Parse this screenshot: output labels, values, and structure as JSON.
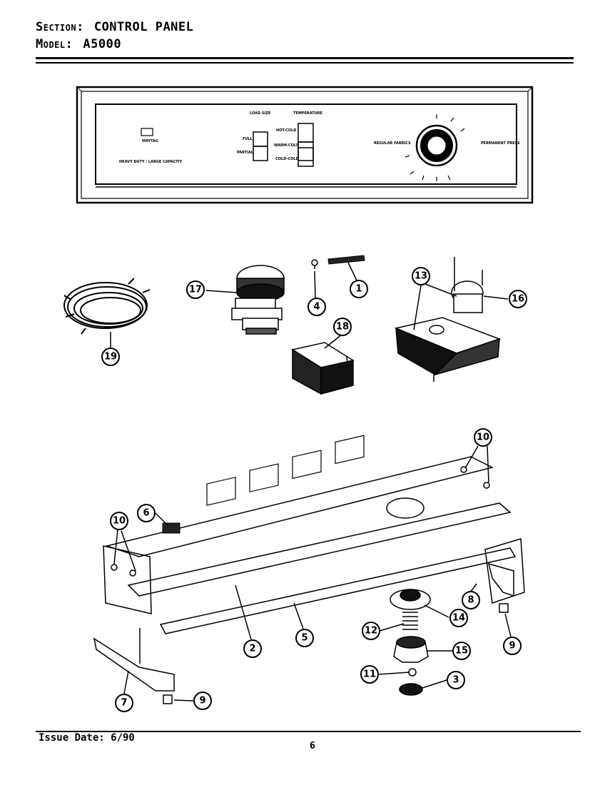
{
  "header": {
    "section_label": "Section:",
    "section_value": "CONTROL PANEL",
    "model_label": "Model:",
    "model_value": "A5000"
  },
  "panel": {
    "brand": "MAYTAG",
    "subtitle": "HEAVY DUTY / LARGE CAPACITY",
    "load_size_title": "LOAD SIZE",
    "load_size_options": [
      "FULL",
      "PARTIAL"
    ],
    "temperature_title": "TEMPERATURE",
    "temperature_options": [
      "HOT-COLD",
      "WARM-COLD",
      "COLD-COLD"
    ],
    "dial_left_label": "REGULAR FABRICS",
    "dial_right_label": "PERMANENT PRESS"
  },
  "callouts": [
    "1",
    "2",
    "3",
    "4",
    "5",
    "6",
    "7",
    "8",
    "9",
    "9",
    "10",
    "10",
    "11",
    "12",
    "13",
    "14",
    "15",
    "16",
    "17",
    "18",
    "19"
  ],
  "footer": {
    "issue_date": "Issue Date: 6/90",
    "page_number": "6"
  }
}
